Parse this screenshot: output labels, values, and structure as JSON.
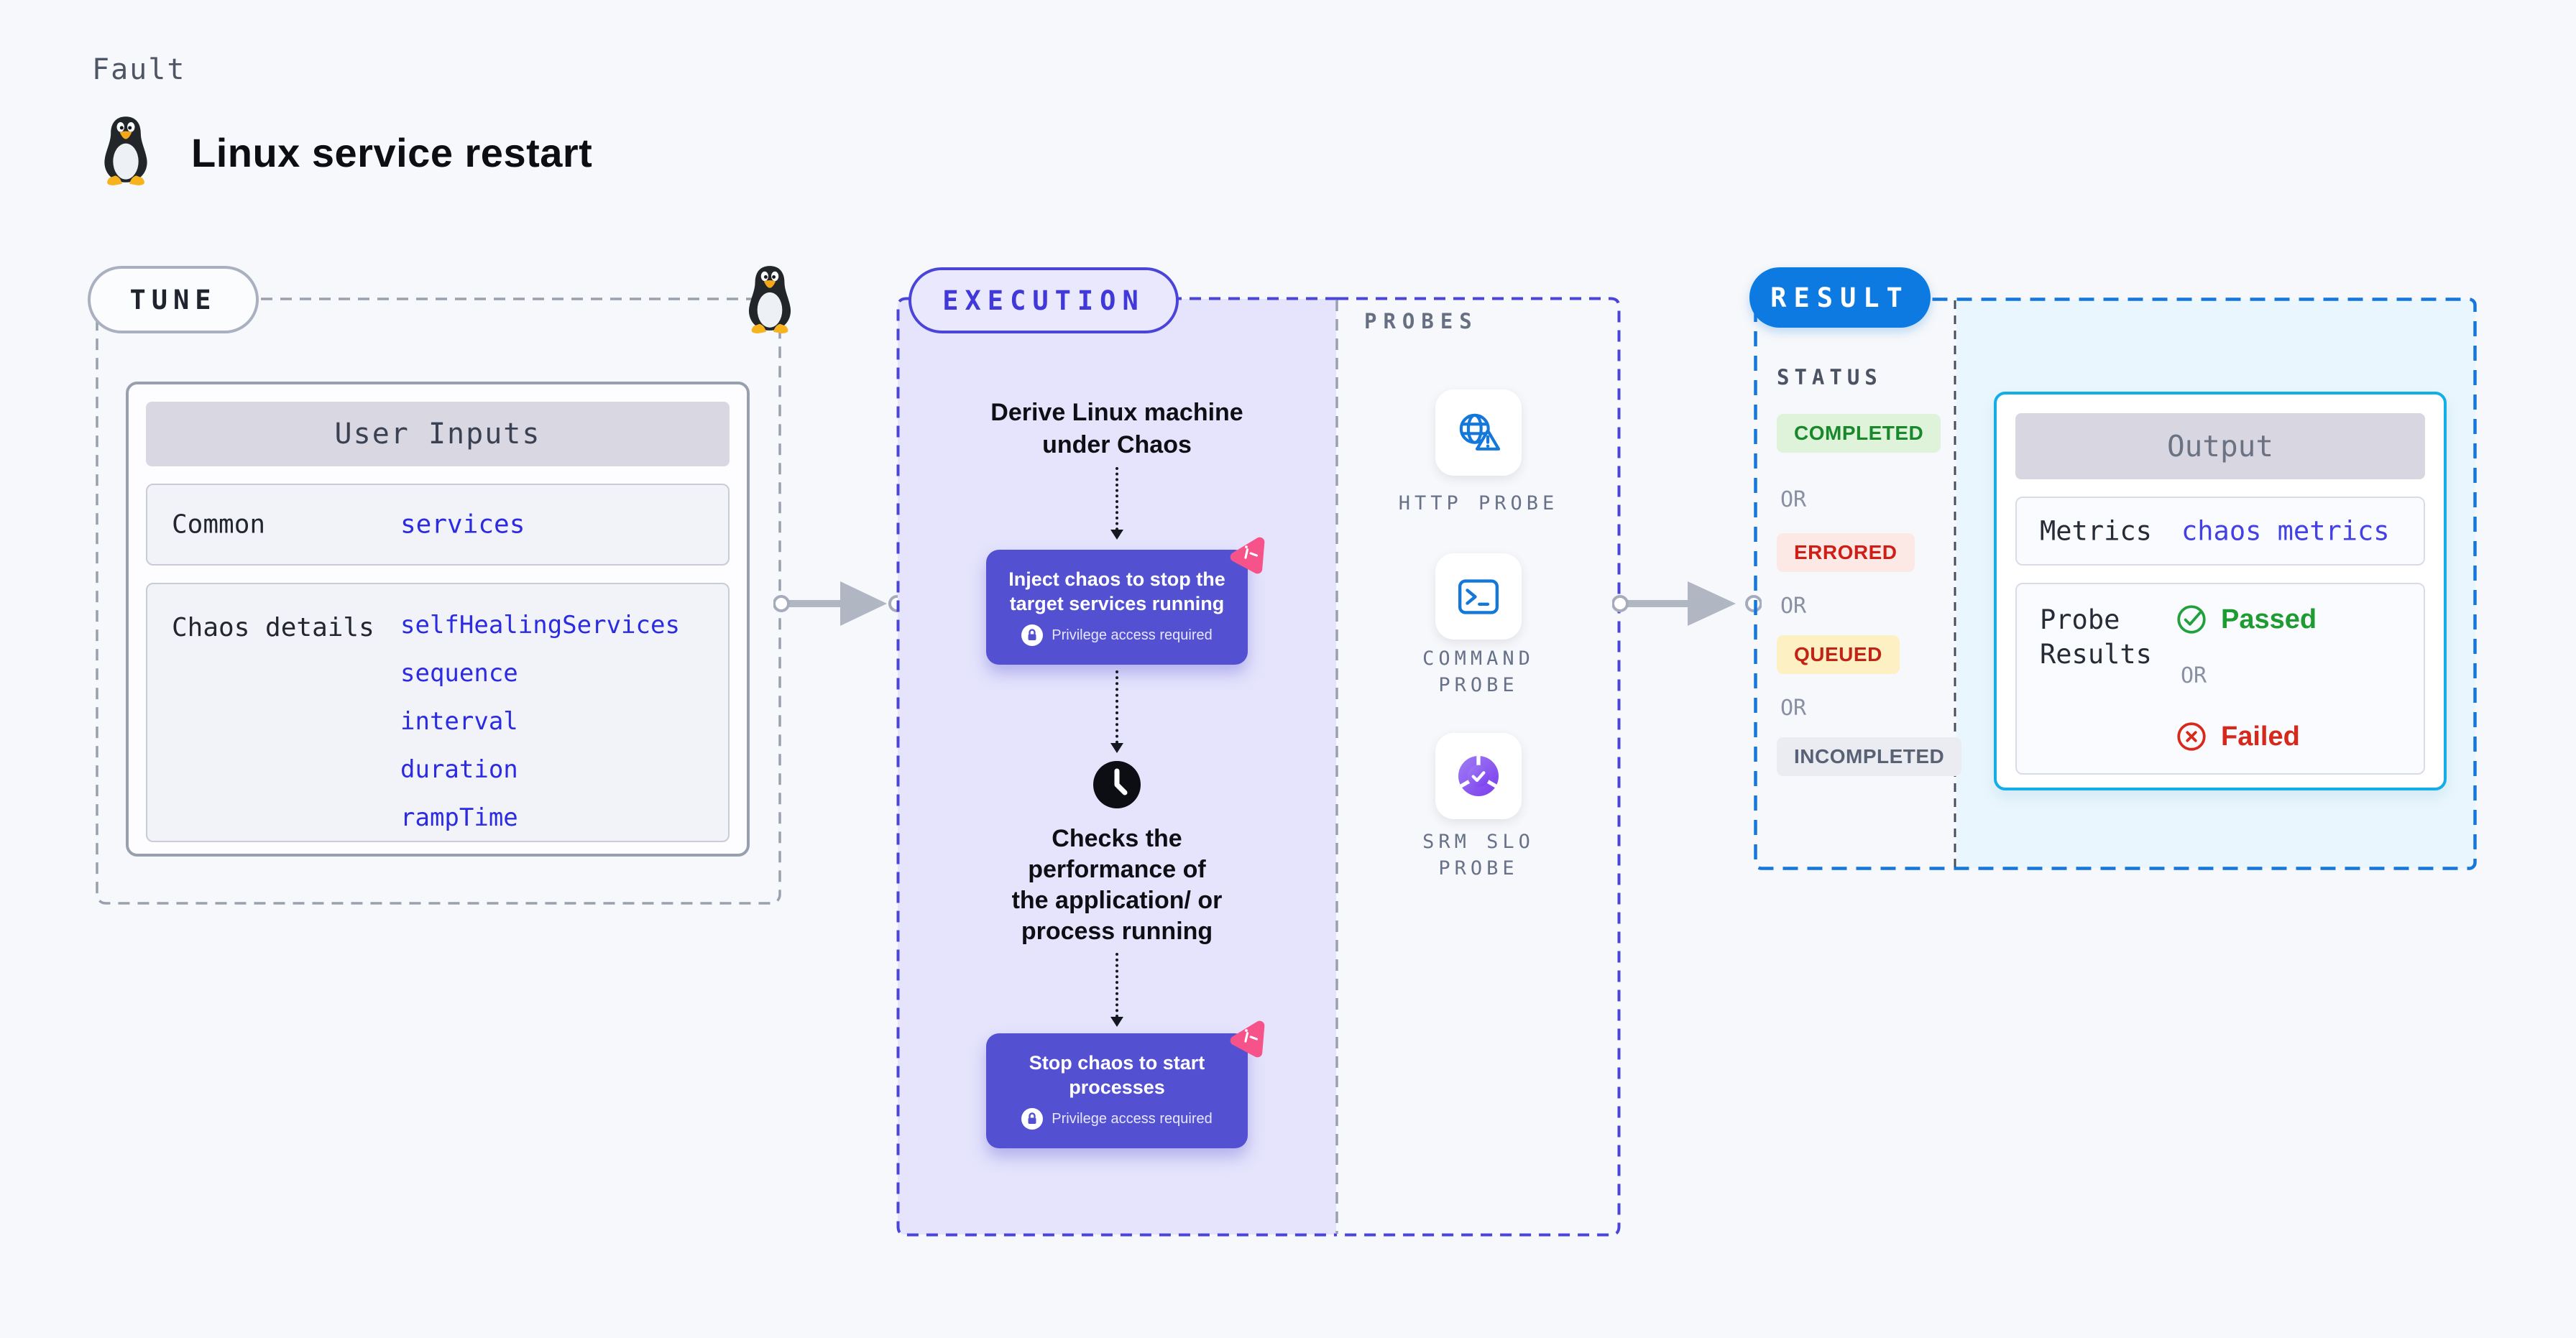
{
  "page": {
    "kicker": "Fault",
    "title": "Linux service restart"
  },
  "colors": {
    "page_bg": "#f7f8fb",
    "indigo_accent": "#4a45d8",
    "lavender_fill": "#e5e4fc",
    "chaos_box_purple": "#5450d2",
    "pink_badge": "#f6538b",
    "result_blue": "#0d7ae1",
    "output_border_cyan": "#14ade8",
    "output_area_cyan": "#eaf6fd",
    "value_blue": "#2b2be2",
    "metrics_blue": "#4340e6",
    "passed_green": "#1e9c32",
    "failed_red": "#d7291b",
    "probe_icon_blue": "#1478da",
    "arrow_gray": "#b1b6c3"
  },
  "tune": {
    "badge": "TUNE",
    "card_title": "User Inputs",
    "rows": [
      {
        "label": "Common",
        "values": [
          "services"
        ]
      },
      {
        "label": "Chaos details",
        "values": [
          "selfHealingServices",
          "sequence",
          "interval",
          "duration",
          "rampTime"
        ]
      }
    ]
  },
  "execution": {
    "badge": "EXECUTION",
    "derive_lines": [
      "Derive Linux machine",
      "under Chaos"
    ],
    "inject_lines": [
      "Inject chaos to stop the",
      "target services running"
    ],
    "privilege_note": "Privilege access required",
    "checks_lines": [
      "Checks the",
      "performance of",
      "the application/ or",
      "process running"
    ],
    "stop_lines": [
      "Stop chaos to start",
      "processes"
    ]
  },
  "probes": {
    "label": "PROBES",
    "items": [
      {
        "name": "HTTP PROBE",
        "icon": "globe-alert-icon"
      },
      {
        "name": "COMMAND PROBE",
        "icon": "terminal-icon"
      },
      {
        "name": "SRM SLO PROBE",
        "icon": "slo-pie-icon"
      }
    ]
  },
  "result": {
    "badge": "RESULT",
    "status_label": "STATUS",
    "or_label": "OR",
    "statuses": [
      {
        "label": "COMPLETED",
        "bg": "#def3da",
        "color": "#17892b"
      },
      {
        "label": "ERRORED",
        "bg": "#fce9e6",
        "color": "#ce1e15"
      },
      {
        "label": "QUEUED",
        "bg": "#fdf0c2",
        "color": "#c22317"
      },
      {
        "label": "INCOMPLETED",
        "bg": "#eaecf1",
        "color": "#596175"
      }
    ],
    "output": {
      "title": "Output",
      "metrics_label": "Metrics",
      "metrics_value": "chaos metrics",
      "probe_results_label": "Probe Results",
      "passed": "Passed",
      "failed": "Failed"
    }
  }
}
